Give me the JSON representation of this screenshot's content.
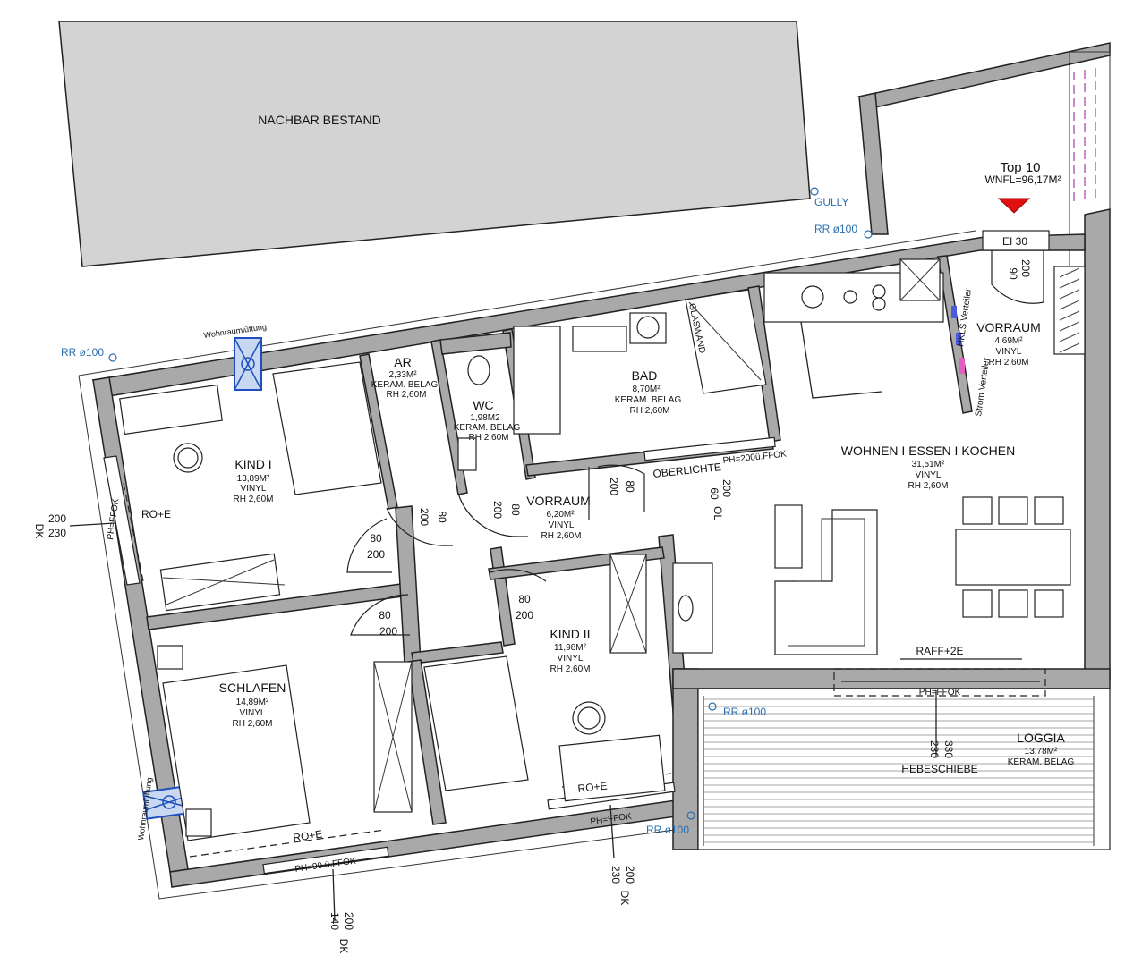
{
  "labels": {
    "neighbor": "NACHBAR BESTAND",
    "gully": "GULLY",
    "rr1": "RR ø100",
    "rr2": "RR ø100",
    "rr3": "RR ø100",
    "rr4": "RR ø100",
    "top": "Top 10",
    "wnfl": "WNFL=96,17M²",
    "ei30": "EI 30",
    "vent1": "Wohnraumlüftung",
    "vent2": "Wohnraumlüftung",
    "glaswand": "GLASWAND",
    "hkls": "HKLS Verteiler",
    "strom": "Strom Verteiler",
    "oberlichte": "OBERLICHTE",
    "ph_oberlichte": "PH=200ü.FFOK",
    "ph_ffok_left": "PH=FFOK",
    "ph_90": "PH=90 ü.FFOK",
    "ph_ffok_bottom": "PH=FFOK",
    "ph_ffok_loggia": "PH=FFOK",
    "ro_e_kind1": "RO+E",
    "ro_e_schlafen": "RO+E",
    "ro_e_kind2": "RO+E",
    "raff": "RAFF+2E",
    "hebeschiebe": "HEBESCHIEBE",
    "dk_left": "DK",
    "dk_bottom1": "DK",
    "dk_bottom2": "DK"
  },
  "rooms": {
    "kind1": {
      "name": "KIND I",
      "area": "13,89M²",
      "floor": "VINYL",
      "height": "RH 2,60M"
    },
    "ar": {
      "name": "AR",
      "area": "2,33M²",
      "floor": "KERAM. BELAG",
      "height": "RH 2,60M"
    },
    "wc": {
      "name": "WC",
      "area": "1,98M2",
      "floor": "KERAM. BELAG",
      "height": "RH 2,60M"
    },
    "bad": {
      "name": "BAD",
      "area": "8,70M²",
      "floor": "KERAM. BELAG",
      "height": "RH 2,60M"
    },
    "vorraum1": {
      "name": "VORRAUM",
      "area": "4,69M²",
      "floor": "VINYL",
      "height": "RH 2,60M"
    },
    "vorraum2": {
      "name": "VORRAUM",
      "area": "6,20M²",
      "floor": "VINYL",
      "height": "RH 2,60M"
    },
    "wohnen": {
      "name": "WOHNEN I ESSEN I KOCHEN",
      "area": "31,51M²",
      "floor": "VINYL",
      "height": "RH 2,60M"
    },
    "schlafen": {
      "name": "SCHLAFEN",
      "area": "14,89M²",
      "floor": "VINYL",
      "height": "RH 2,60M"
    },
    "kind2": {
      "name": "KIND II",
      "area": "11,98M²",
      "floor": "VINYL",
      "height": "RH 2,60M"
    },
    "loggia": {
      "name": "LOGGIA",
      "area": "13,78M²",
      "floor": "KERAM. BELAG"
    }
  },
  "dims": {
    "entry_w": "90",
    "entry_h": "200",
    "ar_w": "80",
    "ar_h": "200",
    "wc_w": "80",
    "wc_h": "200",
    "bad_w": "80",
    "bad_h": "200",
    "ol_w": "60",
    "ol_h": "200",
    "ol": "OL",
    "kind1_w": "80",
    "kind1_h": "200",
    "schlafen_w": "80",
    "schlafen_h": "200",
    "kind2_w": "80",
    "kind2_h": "200",
    "left_win_a": "200",
    "left_win_b": "230",
    "bottom_win1_a": "200",
    "bottom_win1_b": "140",
    "bottom_win2_a": "200",
    "bottom_win2_b": "230",
    "loggia_a": "330",
    "loggia_b": "230"
  }
}
